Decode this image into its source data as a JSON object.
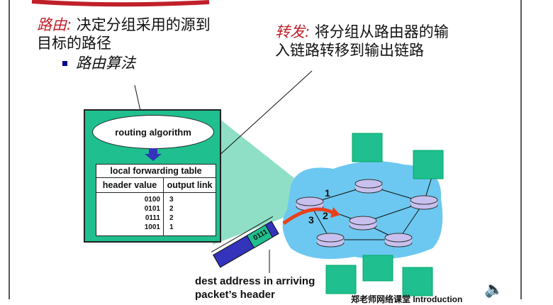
{
  "routing": {
    "term": "路由:",
    "desc_line1": "决定分组采用的源到",
    "desc_line2": "目标的路径",
    "bullet": "路由算法"
  },
  "forwarding": {
    "term": "转发:",
    "desc_line1": "将分组从路由器的输",
    "desc_line2": "入链路转移到输出链路"
  },
  "router_box": {
    "algorithm": "routing algorithm",
    "table_title": "local forwarding table",
    "col_header": "header value",
    "col_link": "output link",
    "rows": [
      {
        "header": "0100",
        "link": "3"
      },
      {
        "header": "0101",
        "link": "2"
      },
      {
        "header": "0111",
        "link": "2"
      },
      {
        "header": "1001",
        "link": "1"
      }
    ]
  },
  "links": {
    "l1": "1",
    "l2": "2",
    "l3": "3"
  },
  "packet": {
    "header": "0111"
  },
  "caption": {
    "line1": "dest address in arriving",
    "line2": "packet’s header"
  },
  "footer": "郑老师网络课堂 Introduction",
  "colors": {
    "green": "#1fbf8f",
    "cloud": "#6cc8f0",
    "accent_red": "#c0202a",
    "blue": "#3333bb"
  }
}
